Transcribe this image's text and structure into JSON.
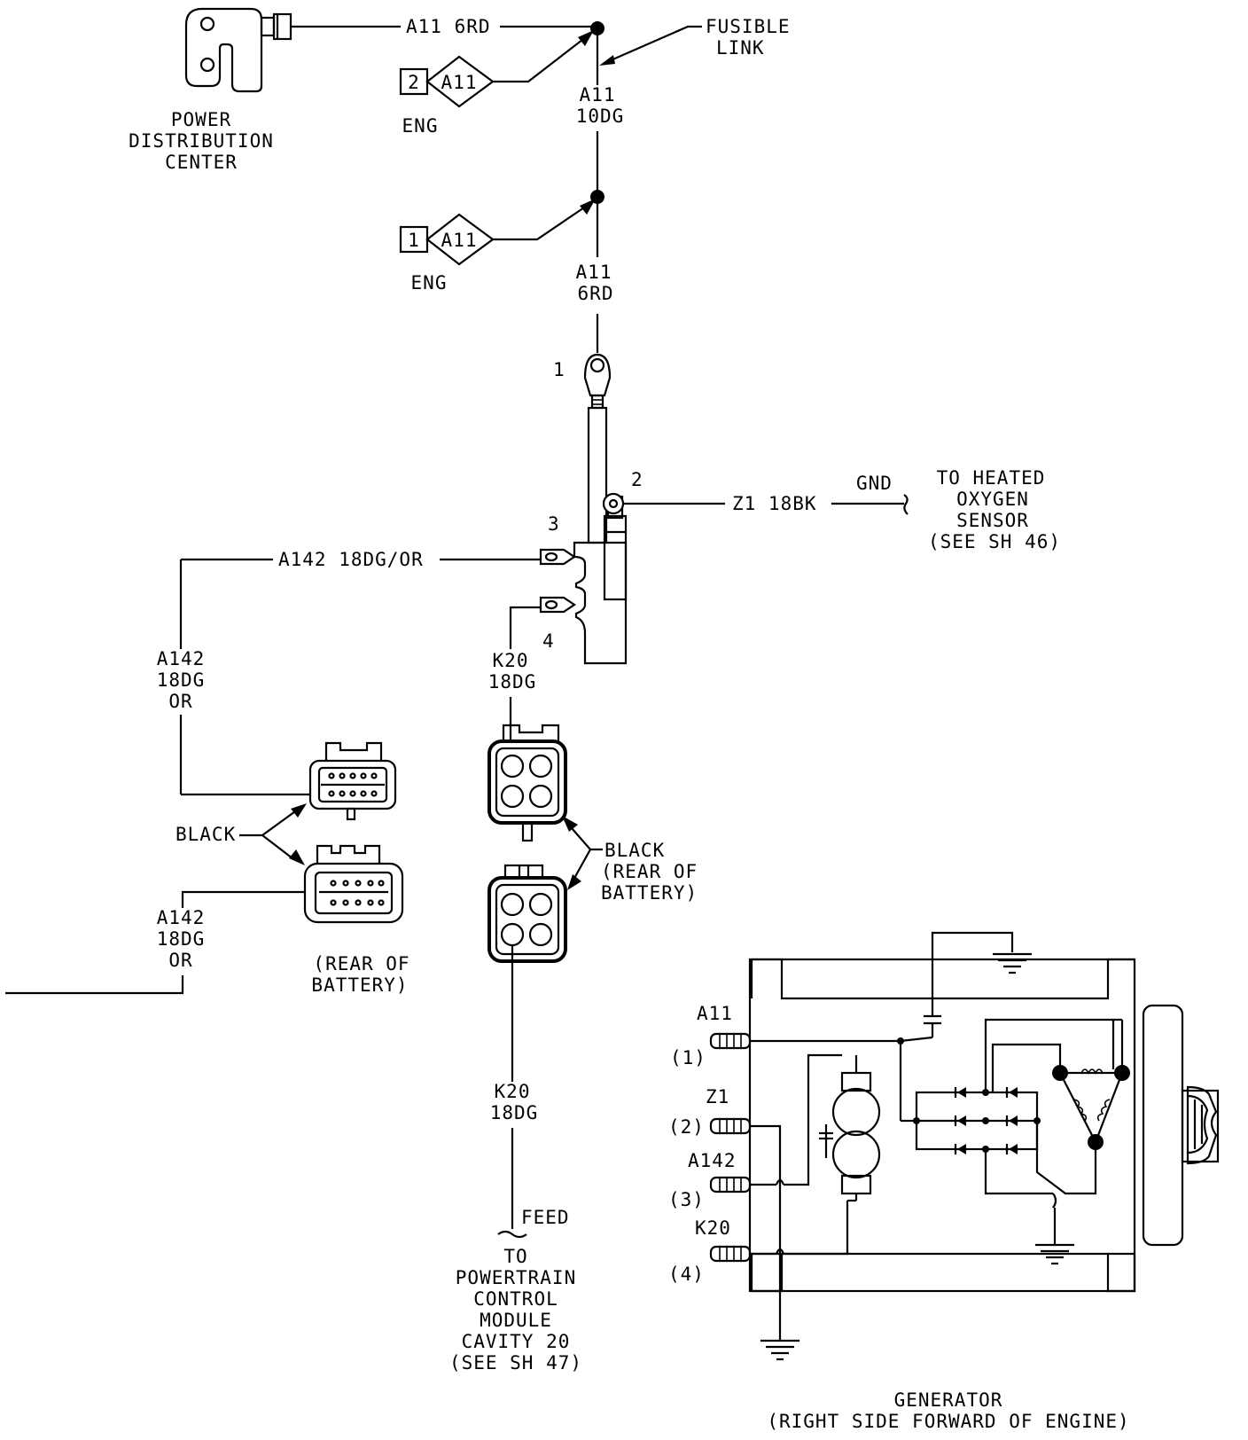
{
  "pdc": {
    "title_lines": [
      "POWER",
      "DISTRIBUTION",
      "CENTER"
    ]
  },
  "wires": {
    "top": "A11 6RD",
    "fusible_10dg": [
      "A11",
      "10DG"
    ],
    "fusible_6rd": [
      "A11",
      "6RD"
    ],
    "z1": "Z1 18BK",
    "a142_main": "A142 18DG/OR",
    "a142_left_upper": [
      "A142",
      "18DG",
      "OR"
    ],
    "a142_left_lower": [
      "A142",
      "18DG",
      "OR"
    ],
    "k20_upper": [
      "K20",
      "18DG"
    ],
    "k20_lower": [
      "K20",
      "18DG"
    ]
  },
  "fusible_link": {
    "lines": [
      "FUSIBLE",
      "LINK"
    ]
  },
  "eng_connectors": [
    {
      "pin": "2",
      "code": "A11",
      "label": "ENG"
    },
    {
      "pin": "1",
      "code": "A11",
      "label": "ENG"
    }
  ],
  "junction_terminals": [
    "1",
    "2",
    "3",
    "4"
  ],
  "gnd": {
    "label": "GND",
    "dest_lines": [
      "TO HEATED",
      "OXYGEN",
      "SENSOR",
      "(SEE SH 46)"
    ]
  },
  "black_left": {
    "label": "BLACK",
    "note_lines": [
      "(REAR OF",
      "BATTERY)"
    ]
  },
  "black_right": {
    "lines": [
      "BLACK",
      "(REAR OF",
      "BATTERY)"
    ]
  },
  "feed": {
    "label": "FEED",
    "dest_lines": [
      "TO",
      "POWERTRAIN",
      "CONTROL",
      "MODULE",
      "CAVITY 20",
      "(SEE SH 47)"
    ]
  },
  "generator": {
    "pins": [
      {
        "wire": "A11",
        "num": "(1)"
      },
      {
        "wire": "Z1",
        "num": "(2)"
      },
      {
        "wire": "A142",
        "num": "(3)"
      },
      {
        "wire": "K20",
        "num": "(4)"
      }
    ],
    "title": "GENERATOR",
    "subtitle": "(RIGHT SIDE FORWARD OF ENGINE)"
  }
}
